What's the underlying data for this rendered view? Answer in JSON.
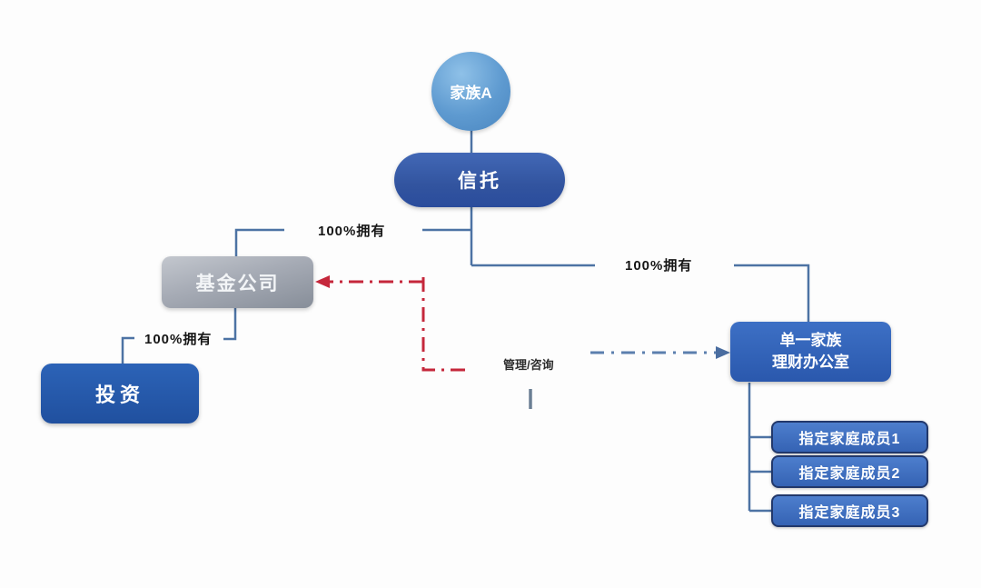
{
  "diagram": {
    "nodes": {
      "family": {
        "label": "家族A"
      },
      "trust": {
        "label": "信托"
      },
      "fund_company": {
        "label": "基金公司"
      },
      "investment": {
        "label": "投资"
      },
      "family_office": {
        "line1": "单一家族",
        "line2": "理财办公室"
      },
      "members": [
        {
          "label": "指定家庭成员1"
        },
        {
          "label": "指定家庭成员2"
        },
        {
          "label": "指定家庭成员3"
        }
      ]
    },
    "edge_labels": {
      "trust_owns_fund": "100%拥有",
      "trust_owns_office": "100%拥有",
      "fund_owns_investment": "100%拥有",
      "manage_consult": "管理/咨询"
    },
    "colors": {
      "line": "#4d73a4",
      "red_dash": "#c5273b",
      "blue_dash": "#5b7fae",
      "node_blue": "#2a58ad",
      "node_light_blue": "#5e9ad0",
      "node_gray": "#9aa0aa",
      "member_border": "#22386b"
    }
  }
}
